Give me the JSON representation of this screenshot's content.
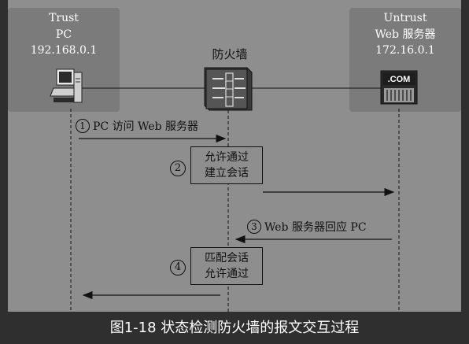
{
  "diagram": {
    "trust": {
      "zone_label": "Trust",
      "device": "PC",
      "ip": "192.168.0.1"
    },
    "untrust": {
      "zone_label": "Untrust",
      "device": "Web 服务器",
      "ip": "172.16.0.1"
    },
    "firewall": {
      "label": "防火墙"
    },
    "steps": [
      {
        "num": "1",
        "text": "PC 访问 Web 服务器"
      },
      {
        "num": "2",
        "line1": "允许通过",
        "line2": "建立会话"
      },
      {
        "num": "3",
        "text": "Web 服务器回应 PC"
      },
      {
        "num": "4",
        "line1": "匹配会话",
        "line2": "允许通过"
      }
    ],
    "server_badge": ".COM"
  },
  "caption": "图1-18 状态检测防火墙的报文交互过程",
  "colors": {
    "background": "#2f2f2f",
    "panel": "#8e8e8e",
    "zone": "#7b7b7b",
    "line": "#111111"
  }
}
